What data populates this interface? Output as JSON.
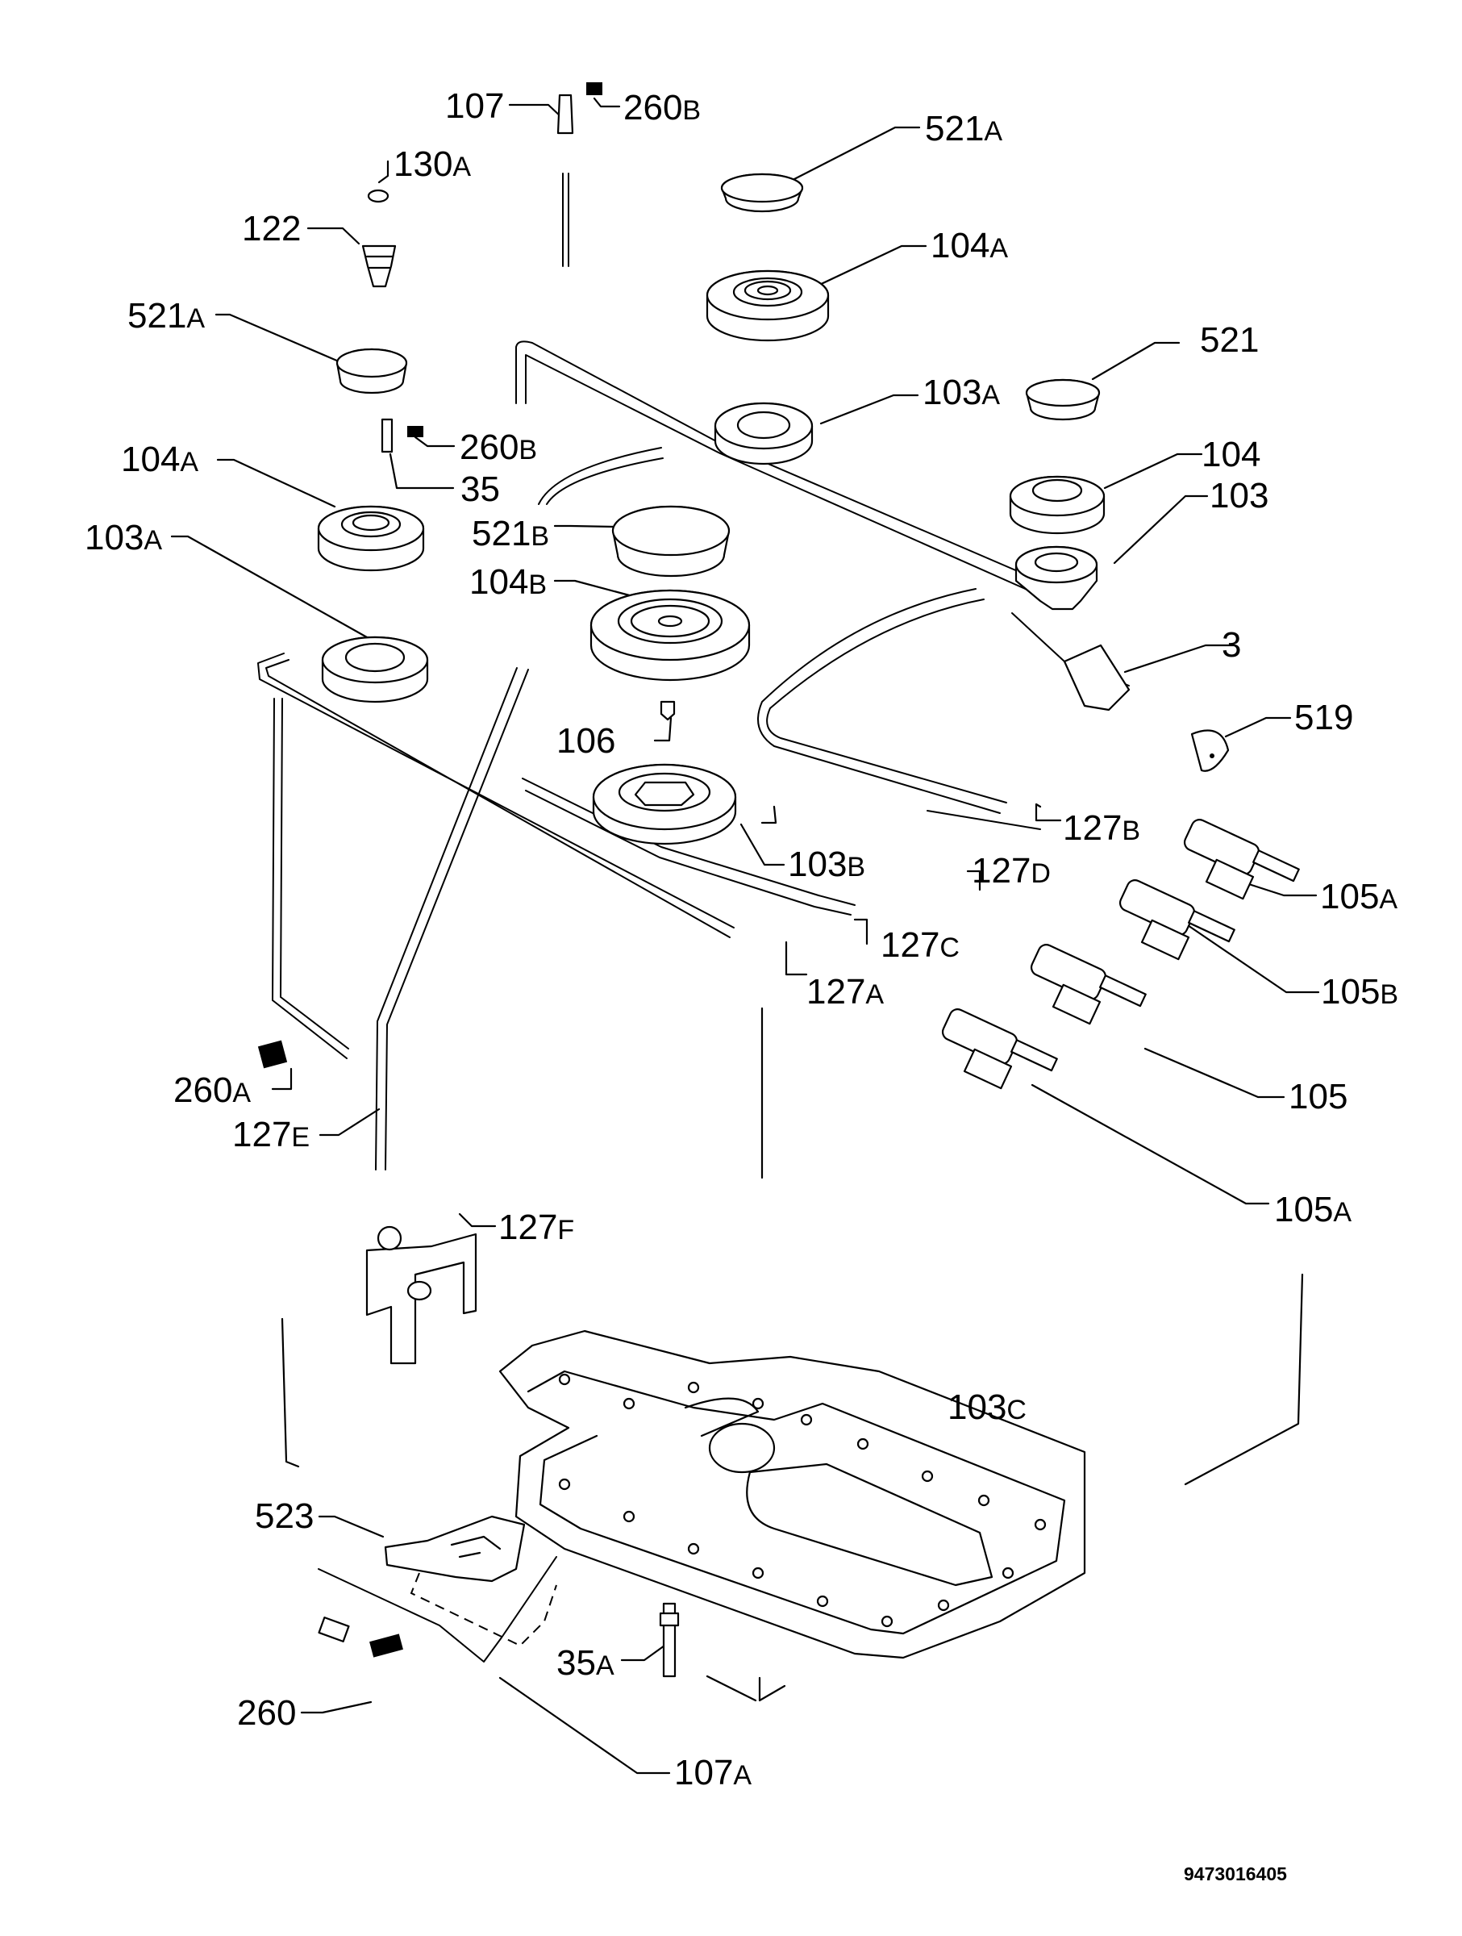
{
  "document_number": "9473016405",
  "labels": [
    {
      "id": "107",
      "num": "107",
      "suffix": ""
    },
    {
      "id": "260b-top",
      "num": "260",
      "suffix": "B"
    },
    {
      "id": "130a",
      "num": "130",
      "suffix": "A"
    },
    {
      "id": "122",
      "num": "122",
      "suffix": ""
    },
    {
      "id": "521a-right",
      "num": "521",
      "suffix": "A"
    },
    {
      "id": "104a-right",
      "num": "104",
      "suffix": "A"
    },
    {
      "id": "521a-left",
      "num": "521",
      "suffix": "A"
    },
    {
      "id": "521",
      "num": "521",
      "suffix": ""
    },
    {
      "id": "103a-center",
      "num": "103",
      "suffix": "A"
    },
    {
      "id": "260b-mid",
      "num": "260",
      "suffix": "B"
    },
    {
      "id": "104a-left",
      "num": "104",
      "suffix": "A"
    },
    {
      "id": "35",
      "num": "35",
      "suffix": ""
    },
    {
      "id": "104",
      "num": "104",
      "suffix": ""
    },
    {
      "id": "103",
      "num": "103",
      "suffix": ""
    },
    {
      "id": "103a-left",
      "num": "103",
      "suffix": "A"
    },
    {
      "id": "521b",
      "num": "521",
      "suffix": "B"
    },
    {
      "id": "104b",
      "num": "104",
      "suffix": "B"
    },
    {
      "id": "3",
      "num": "3",
      "suffix": ""
    },
    {
      "id": "519",
      "num": "519",
      "suffix": ""
    },
    {
      "id": "106",
      "num": "106",
      "suffix": ""
    },
    {
      "id": "127b",
      "num": "127",
      "suffix": "B"
    },
    {
      "id": "103b",
      "num": "103",
      "suffix": "B"
    },
    {
      "id": "127d",
      "num": "127",
      "suffix": "D"
    },
    {
      "id": "105a-top",
      "num": "105",
      "suffix": "A"
    },
    {
      "id": "127c",
      "num": "127",
      "suffix": "C"
    },
    {
      "id": "105b",
      "num": "105",
      "suffix": "B"
    },
    {
      "id": "127a",
      "num": "127",
      "suffix": "A"
    },
    {
      "id": "105",
      "num": "105",
      "suffix": ""
    },
    {
      "id": "260a",
      "num": "260",
      "suffix": "A"
    },
    {
      "id": "127e",
      "num": "127",
      "suffix": "E"
    },
    {
      "id": "105a-bottom",
      "num": "105",
      "suffix": "A"
    },
    {
      "id": "127f",
      "num": "127",
      "suffix": "F"
    },
    {
      "id": "103c",
      "num": "103",
      "suffix": "C"
    },
    {
      "id": "523",
      "num": "523",
      "suffix": ""
    },
    {
      "id": "35a",
      "num": "35",
      "suffix": "A"
    },
    {
      "id": "260",
      "num": "260",
      "suffix": ""
    },
    {
      "id": "107a",
      "num": "107",
      "suffix": "A"
    }
  ]
}
